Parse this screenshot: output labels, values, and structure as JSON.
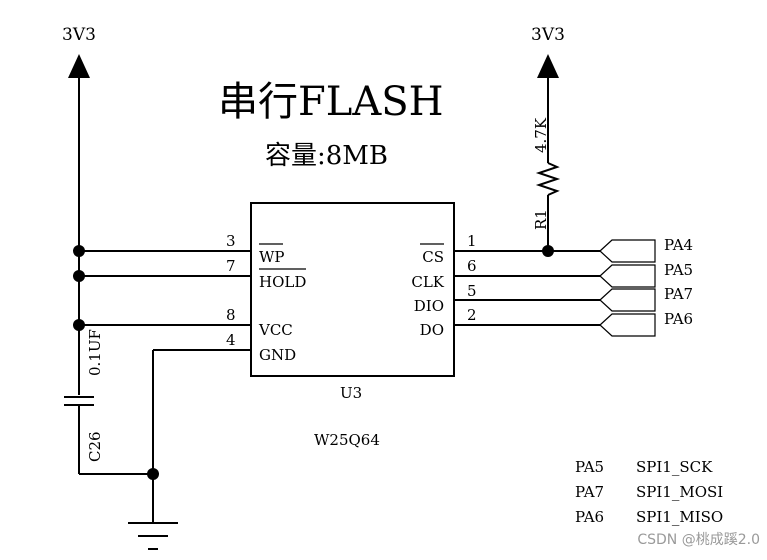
{
  "title": "串行FLASH",
  "capacity": "容量:8MB",
  "power_left": "3V3",
  "power_right": "3V3",
  "resistor": {
    "ref": "R1",
    "value": "4.7K"
  },
  "capacitor": {
    "ref": "C26",
    "value": "0.1UF"
  },
  "chip": {
    "ref": "U3",
    "part": "W25Q64",
    "left_pins": [
      {
        "num": "3",
        "name": "WP"
      },
      {
        "num": "7",
        "name": "HOLD"
      },
      {
        "num": "8",
        "name": "VCC"
      },
      {
        "num": "4",
        "name": "GND"
      }
    ],
    "right_pins": [
      {
        "num": "1",
        "name": "CS"
      },
      {
        "num": "6",
        "name": "CLK"
      },
      {
        "num": "5",
        "name": "DIO"
      },
      {
        "num": "2",
        "name": "DO"
      }
    ]
  },
  "net_ports": [
    "PA4",
    "PA5",
    "PA7",
    "PA6"
  ],
  "mapping": [
    {
      "pin": "PA5",
      "func": "SPI1_SCK"
    },
    {
      "pin": "PA7",
      "func": "SPI1_MOSI"
    },
    {
      "pin": "PA6",
      "func": "SPI1_MISO"
    }
  ],
  "watermark": "CSDN @桃成蹊2.0",
  "icons": {
    "power_arrow": "power-arrow-icon",
    "ground": "ground-icon",
    "junction": "junction-dot-icon"
  }
}
